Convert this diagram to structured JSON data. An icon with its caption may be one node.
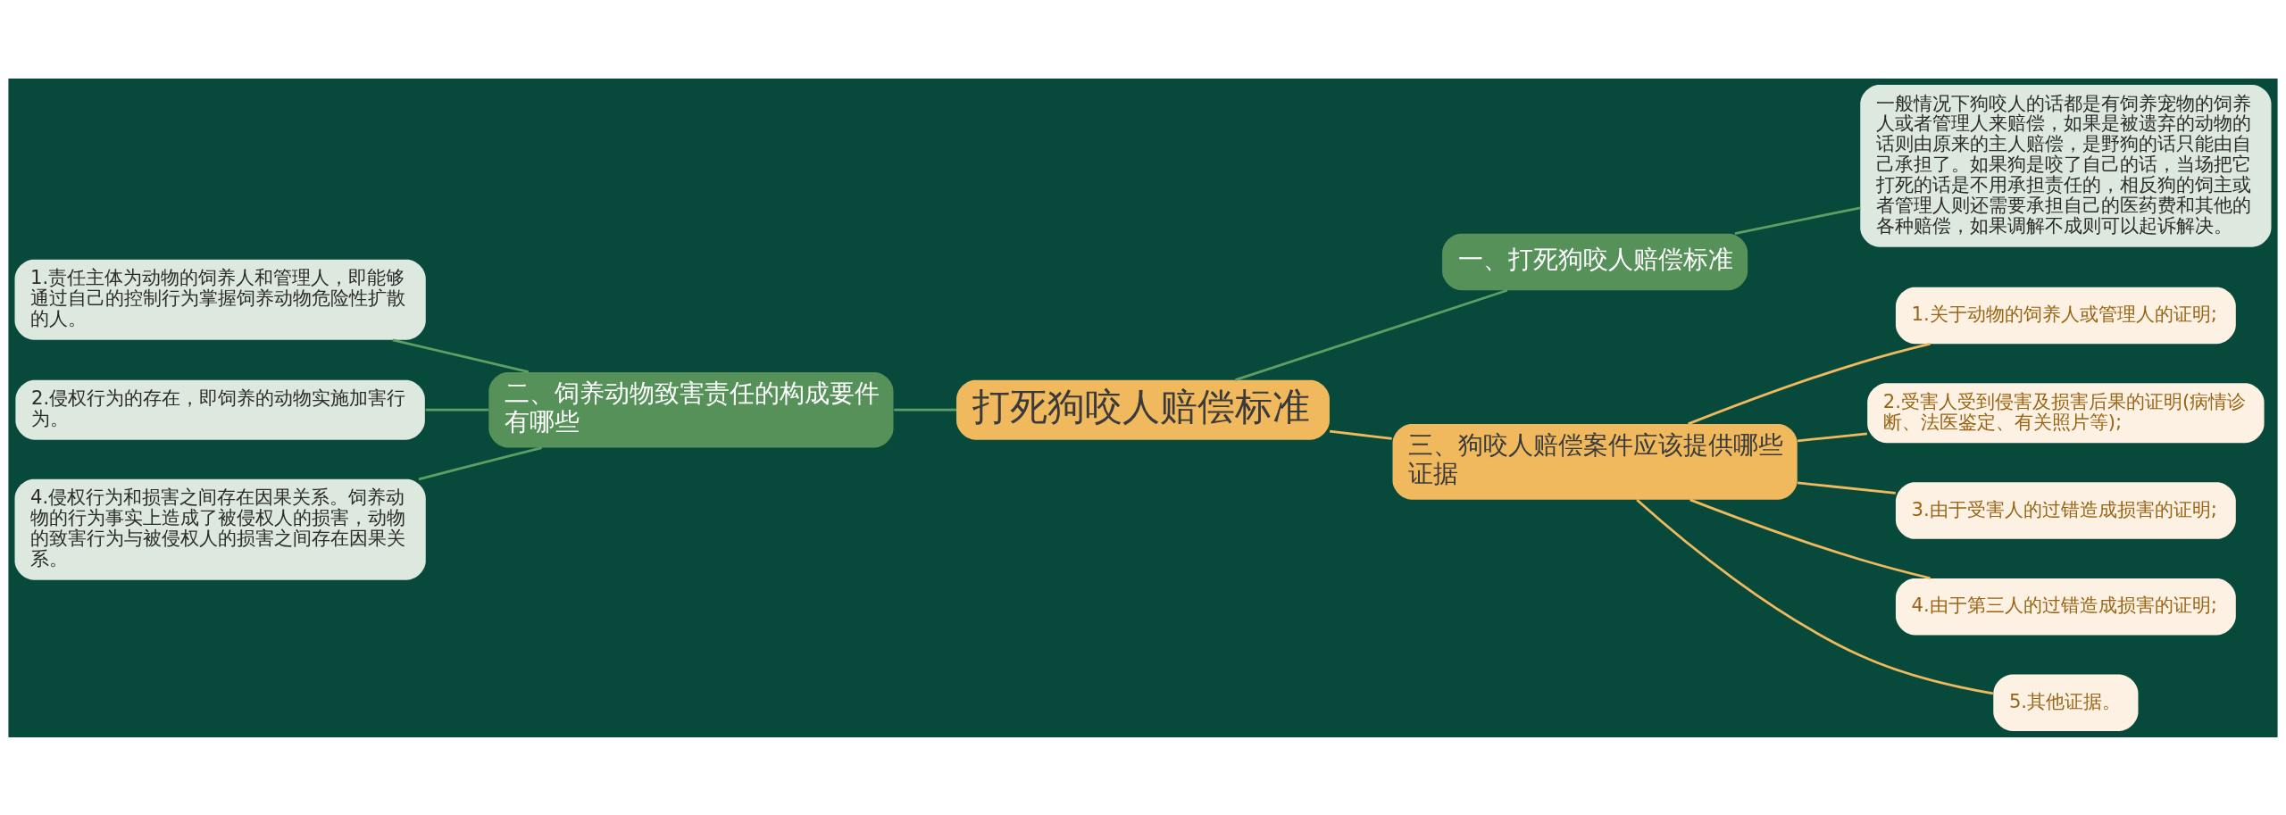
{
  "diagram": {
    "nodes": [
      {
        "text": [
          "打死狗咬人赔偿标准"
        ]
      },
      {
        "text": [
          "二、饲养动物致害责任的构成要件有哪些"
        ]
      },
      {
        "text": [
          "1.责任主体为动物的饲养人和管理人，即能够通过自己的控制行为掌握饲养动物危险性扩散的人。"
        ]
      },
      {
        "text": [
          "2.侵权行为的存在，即饲养的动物实施加害行为。"
        ]
      },
      {
        "text": [
          "4.侵权行为和损害之间存在因果关系。饲养动物的行为事实上造成了被侵权人的损害，动物的致害行为与被侵权人的损害之间存在因果关系。"
        ]
      },
      {
        "text": [
          "一、打死狗咬人赔偿标准"
        ]
      },
      {
        "text": [
          "一般情况下狗咬人的话都是有饲养宠物的饲养人或者管理人来赔偿，如果是被遗弃的动物的话则由原来的主人赔偿，是野狗的话只能由自己承担了。如果狗是咬了自己的话，当场把它打死的话是不用承担责任的，相反狗的饲主或者管理人则还需要承担自己的医药费和其他的各种赔偿，如果调解不成则可以起诉解决。"
        ]
      },
      {
        "text": [
          "三、狗咬人赔偿案件应该提供哪些证据"
        ]
      },
      {
        "text": [
          "1.关于动物的饲养人或管理人的证明;"
        ]
      },
      {
        "text": [
          "2.受害人受到侵害及损害后果的证明(病情诊断、法医鉴定、有关照片等);"
        ]
      },
      {
        "text": [
          "3.由于受害人的过错造成损害的证明;"
        ]
      },
      {
        "text": [
          "4.由于第三人的过错造成损害的证明;"
        ]
      },
      {
        "text": [
          "5.其他证据。"
        ]
      }
    ],
    "edges": [
      {
        "from": 0,
        "to": 1,
        "arrow": "none"
      },
      {
        "from": 1,
        "to": 2,
        "arrow": "none"
      },
      {
        "from": 1,
        "to": 3,
        "arrow": "none"
      },
      {
        "from": 1,
        "to": 4,
        "arrow": "none"
      },
      {
        "from": 0,
        "to": 5,
        "arrow": "none"
      },
      {
        "from": 5,
        "to": 6,
        "arrow": "none"
      },
      {
        "from": 0,
        "to": 7,
        "arrow": "none",
        "color": "#f0b95e"
      },
      {
        "from": 7,
        "to": 8,
        "arrow": "none",
        "color": "#f0b95e"
      },
      {
        "from": 7,
        "to": 9,
        "arrow": "none",
        "color": "#f0b95e"
      },
      {
        "from": 7,
        "to": 10,
        "arrow": "none",
        "color": "#f0b95e"
      },
      {
        "from": 7,
        "to": 11,
        "arrow": "none",
        "color": "#f0b95e"
      },
      {
        "from": 7,
        "to": 12,
        "arrow": "none",
        "color": "#f0b95e"
      }
    ]
  }
}
